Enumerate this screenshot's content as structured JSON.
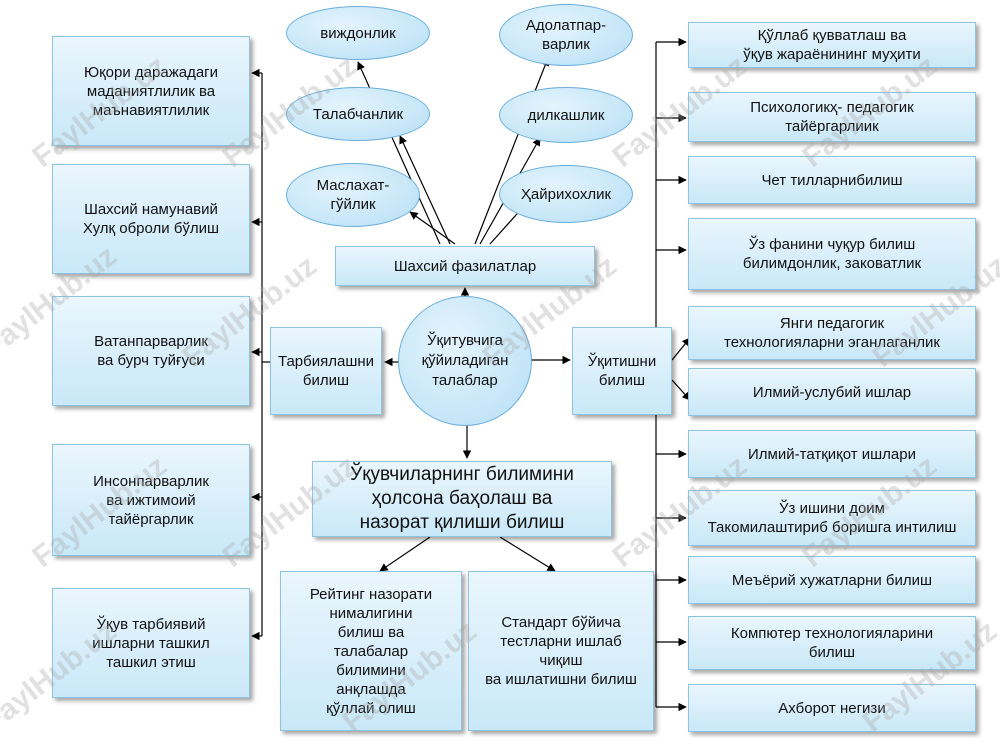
{
  "center": "Ўқитувчига\nқўйиладиган\nталаблар",
  "personal": {
    "title": "Шахсий фазилатлар",
    "qualities": [
      "виждонлик",
      "Адолатпар-\nварлик",
      "Талабчанлик",
      "дилкашлик",
      "Маслахат-\nгўйлик",
      "Ҳайрихохлик"
    ]
  },
  "upbringing": {
    "title": "Тарбиялашни\nбилиш",
    "items": [
      "Юқори даражадаги\nмаданиятлилик ва\nмаънавиятлилик",
      "Шахсий намунавий\nХулқ оброли бўлиш",
      "Ватанпарварлик\nва бурч туйғуси",
      "Инсонпарварлик\nва ижтимоий\nтайёргарлик",
      "Ўқув тарбиявий\nишларни ташкил\nташкил этиш"
    ]
  },
  "teaching": {
    "title": "Ўқитишни\nбилиш",
    "items": [
      "Қўллаб қувватлаш ва\nўқув жараёнининг муҳити",
      "Психологикҳ- педагогик\nтайёргарлиик",
      "Чет тилларнибилиш",
      "Ўз фанини чуқур билиш\nбилимдонлик, заковатлик",
      "Янги педагогик\nтехнологияларни эганлаганлик",
      "Илмий-услубий ишлар",
      "Илмий-татқиқот ишлари",
      "Ўз ишини доим\nТакомилаштириб боришга интилиш",
      "Меъёрий хужатларни билиш",
      "Компютер технологияларини\nбилиш",
      "Ахборот негизи"
    ]
  },
  "assessment": {
    "title": "Ўқувчиларнинг билимини\nҳолсона баҳолаш ва\nназорат қилиши билиш",
    "items": [
      "Рейтинг назорати\nнималигини\nбилиш ва\nталабалар\nбилимини\nанқлашда\nқўллай олиш",
      "Стандарт бўйича\nтестларни ишлаб\nчиқиш\nва ишлатишни билиш"
    ]
  },
  "watermark": "FaylHub.uz"
}
